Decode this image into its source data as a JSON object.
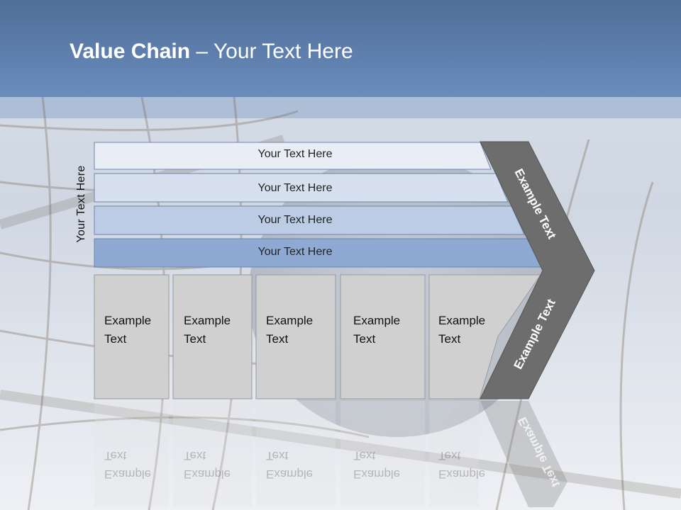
{
  "title": {
    "bold": "Value Chain",
    "rest": " – Your Text Here"
  },
  "side_label": "Your Text Here",
  "bars": [
    {
      "label": "Your Text Here"
    },
    {
      "label": "Your Text Here"
    },
    {
      "label": "Your Text Here"
    },
    {
      "label": "Your Text Here"
    }
  ],
  "cells": [
    {
      "line1": "Example",
      "line2": "Text"
    },
    {
      "line1": "Example",
      "line2": "Text"
    },
    {
      "line1": "Example",
      "line2": "Text"
    },
    {
      "line1": "Example",
      "line2": "Text"
    },
    {
      "line1": "Example",
      "line2": "Text"
    }
  ],
  "chevron": {
    "upper": "Example Text",
    "lower": "Example Text",
    "color": "#6d6d6d"
  },
  "colors": {
    "header": "#5a7bab",
    "bar1": "#e9eef6",
    "bar2": "#d6e0ee",
    "bar3": "#bccce4",
    "bar4": "#8eaad2",
    "cell": "#d0d0d0"
  }
}
